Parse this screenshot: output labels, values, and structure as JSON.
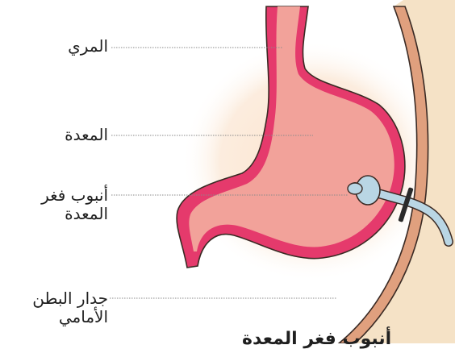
{
  "labels": {
    "esophagus": "المري",
    "stomach": "المعدة",
    "tube_line1": "أنبوب فغر",
    "tube_line2": "المعدة",
    "wall_line1": "جدار البطن",
    "wall_line2": "الأمامي"
  },
  "caption": "أنبوب فغر المعدة",
  "colors": {
    "stomach_fill": "#f2a29a",
    "stomach_rim": "#e53a6c",
    "halo": "#fbe3cc",
    "wall_fill": "#e0a07e",
    "wall_outer": "#f5e2c6",
    "tube": "#b9d6e4",
    "leader": "#8a8a8a"
  }
}
